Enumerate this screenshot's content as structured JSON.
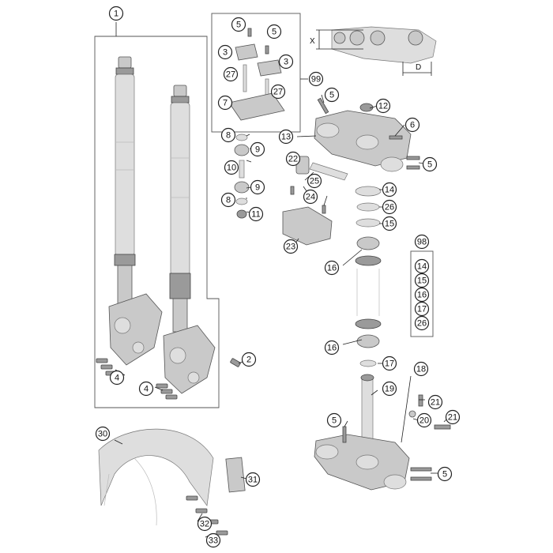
{
  "callouts": {
    "c1": "1",
    "c2": "2",
    "c3a": "3",
    "c3b": "3",
    "c4a": "4",
    "c4b": "4",
    "c5a": "5",
    "c5b": "5",
    "c5c": "5",
    "c5d": "5",
    "c5e": "5",
    "c5f": "5",
    "c6": "6",
    "c7": "7",
    "c8a": "8",
    "c8b": "8",
    "c9a": "9",
    "c9b": "9",
    "c10": "10",
    "c11": "11",
    "c12": "12",
    "c13": "13",
    "c14a": "14",
    "c14b": "14",
    "c15a": "15",
    "c15b": "15",
    "c16a": "16",
    "c16b": "16",
    "c16c": "16",
    "c17a": "17",
    "c17b": "17",
    "c18": "18",
    "c19": "19",
    "c20": "20",
    "c21a": "21",
    "c21b": "21",
    "c22": "22",
    "c23": "23",
    "c24": "24",
    "c25": "25",
    "c26a": "26",
    "c26b": "26",
    "c27a": "27",
    "c27b": "27",
    "c30": "30",
    "c31": "31",
    "c32": "32",
    "c33": "33",
    "c98": "98",
    "c99": "99"
  },
  "dimension_labels": {
    "x": "X",
    "d": "D"
  },
  "kit_98_items": [
    "14",
    "15",
    "16",
    "17",
    "26"
  ]
}
